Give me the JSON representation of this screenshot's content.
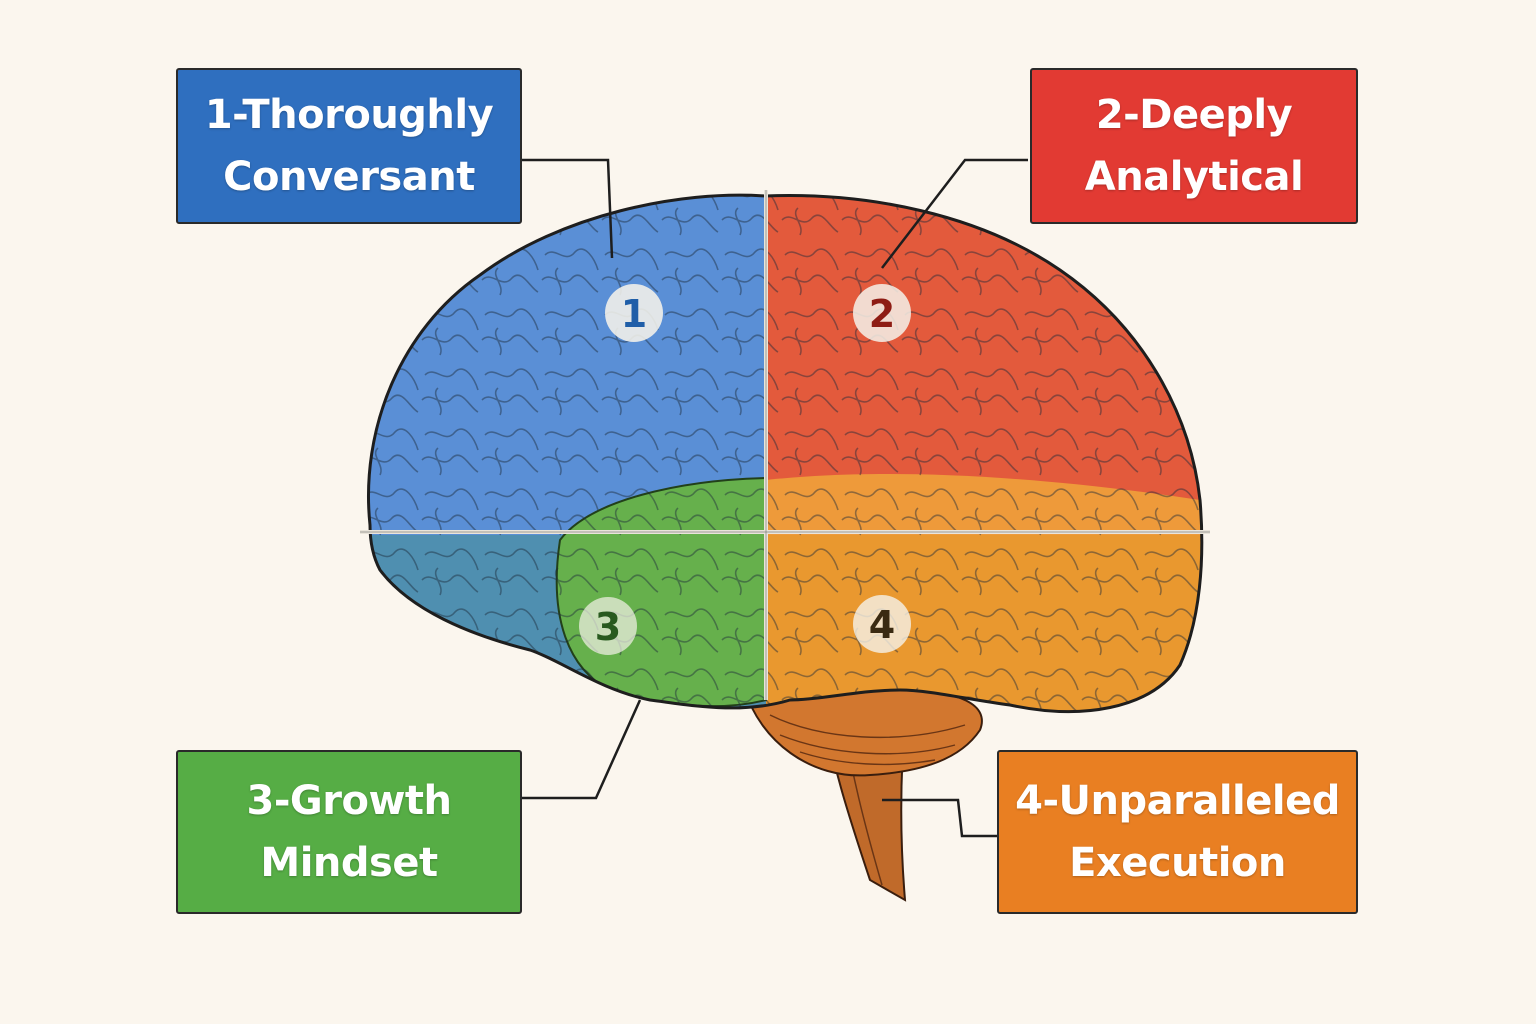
{
  "colors": {
    "background": "#fbf6ee",
    "blue": "#3f7bc9",
    "red": "#e04a3a",
    "green": "#58b04c",
    "orange": "#ea8a2a",
    "outline": "#2a2a2a"
  },
  "labels": [
    {
      "id": "1",
      "line1": "1-Thoroughly",
      "line2": "Conversant",
      "color": "#2f6fbf"
    },
    {
      "id": "2",
      "line1": "2-Deeply",
      "line2": "Analytical",
      "color": "#e23a33"
    },
    {
      "id": "3",
      "line1": "3-Growth",
      "line2": "Mindset",
      "color": "#56ad45"
    },
    {
      "id": "4",
      "line1": "4-Unparalleled",
      "line2": "Execution",
      "color": "#e97f22"
    }
  ],
  "badges": [
    {
      "text": "1",
      "color": "#1f5ea8"
    },
    {
      "text": "2",
      "color": "#8e1c14"
    },
    {
      "text": "3",
      "color": "#285a1f"
    },
    {
      "text": "4",
      "color": "#3a2a12"
    }
  ]
}
